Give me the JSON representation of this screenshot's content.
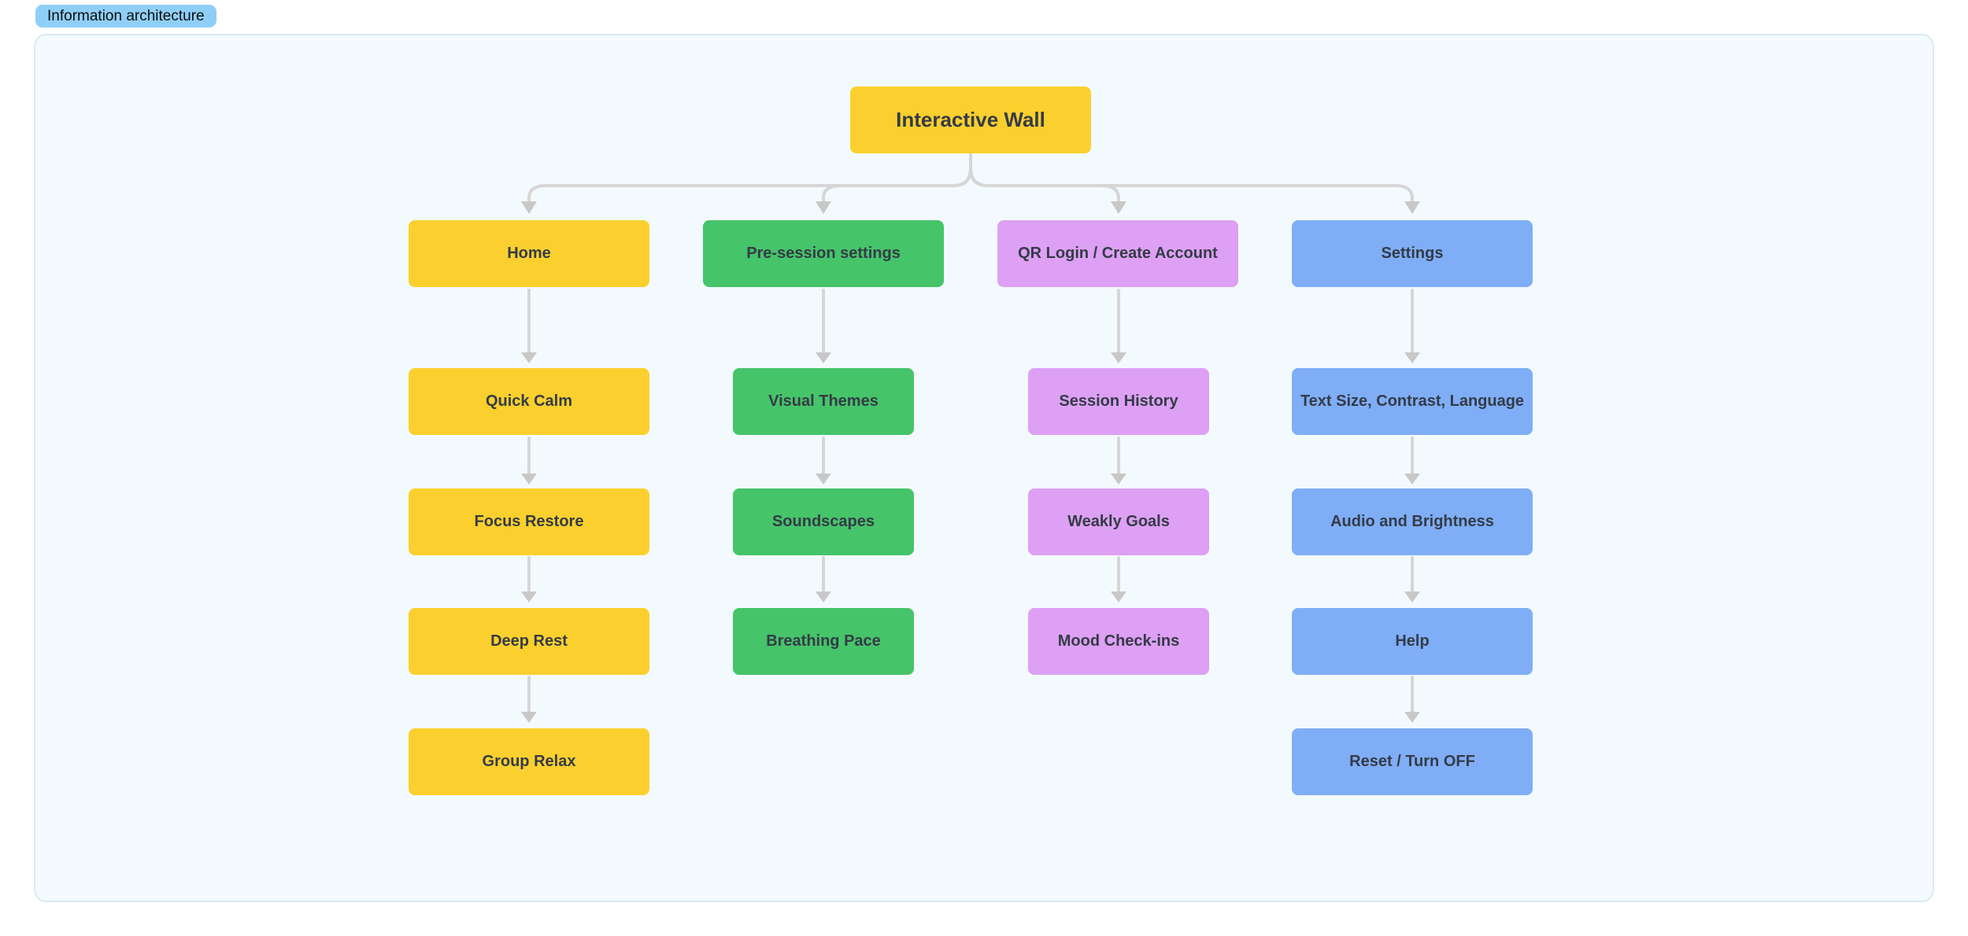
{
  "badge": {
    "label": "Information architecture"
  },
  "root": {
    "label": "Interactive Wall"
  },
  "columns": [
    {
      "name": "home",
      "color": "yellow",
      "header": "Home",
      "children": [
        "Quick Calm",
        "Focus Restore",
        "Deep Rest",
        "Group Relax"
      ]
    },
    {
      "name": "pre-session-settings",
      "color": "green",
      "header": "Pre-session settings",
      "children": [
        "Visual Themes",
        "Soundscapes",
        "Breathing Pace"
      ]
    },
    {
      "name": "qr-login-create-account",
      "color": "purple",
      "header": "QR Login / Create Account",
      "children": [
        "Session History",
        "Weakly Goals",
        "Mood Check-ins"
      ]
    },
    {
      "name": "settings",
      "color": "blue",
      "header": "Settings",
      "children": [
        "Text Size, Contrast, Language",
        "Audio and Brightness",
        "Help",
        "Reset / Turn OFF"
      ]
    }
  ],
  "palette": {
    "yellow": "#FBD02E",
    "green": "#46C46A",
    "purple": "#DDA0F4",
    "blue": "#7FAEF7",
    "node_text": "#343B46",
    "arrow_line": "#D6D6D6",
    "arrow_head": "#C8C8C8",
    "frame_background": "#F3FAFD",
    "frame_border": "#D8EAF4",
    "badge_background": "#8FCFF7"
  }
}
